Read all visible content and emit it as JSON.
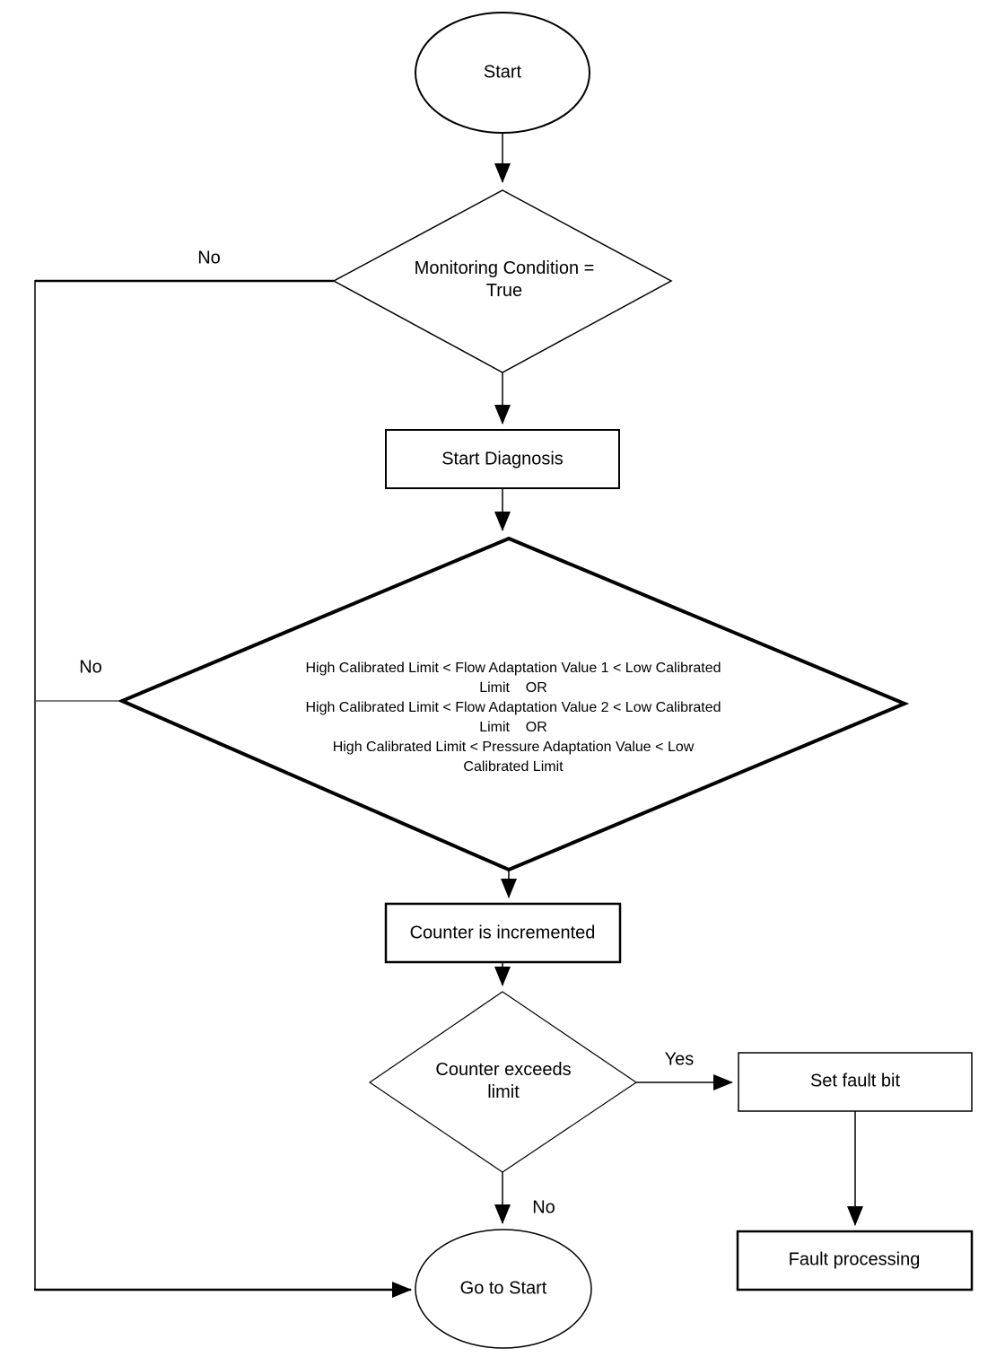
{
  "flowchart": {
    "nodes": {
      "start": {
        "type": "terminator",
        "label": "Start"
      },
      "monitoring": {
        "type": "decision",
        "label": "Monitoring Condition =\nTrue"
      },
      "start_diagnosis": {
        "type": "process",
        "label": "Start Diagnosis"
      },
      "adaptation_check": {
        "type": "decision",
        "label": "High Calibrated Limit < Flow Adaptation Value 1 < Low Calibrated\nLimit    OR\nHigh Calibrated Limit < Flow Adaptation Value 2 < Low Calibrated\nLimit    OR\nHigh Calibrated Limit < Pressure Adaptation Value < Low\nCalibrated Limit"
      },
      "counter_incremented": {
        "type": "process",
        "label": "Counter is incremented"
      },
      "counter_exceeds": {
        "type": "decision",
        "label": "Counter exceeds\nlimit"
      },
      "set_fault_bit": {
        "type": "process",
        "label": "Set fault bit"
      },
      "fault_processing": {
        "type": "process",
        "label": "Fault processing"
      },
      "go_to_start": {
        "type": "terminator",
        "label": "Go to Start"
      }
    },
    "edge_labels": {
      "monitoring_no": "No",
      "adaptation_no": "No",
      "counter_yes": "Yes",
      "counter_no": "No"
    }
  },
  "colors": {
    "line": "#000000",
    "background": "#ffffff"
  }
}
